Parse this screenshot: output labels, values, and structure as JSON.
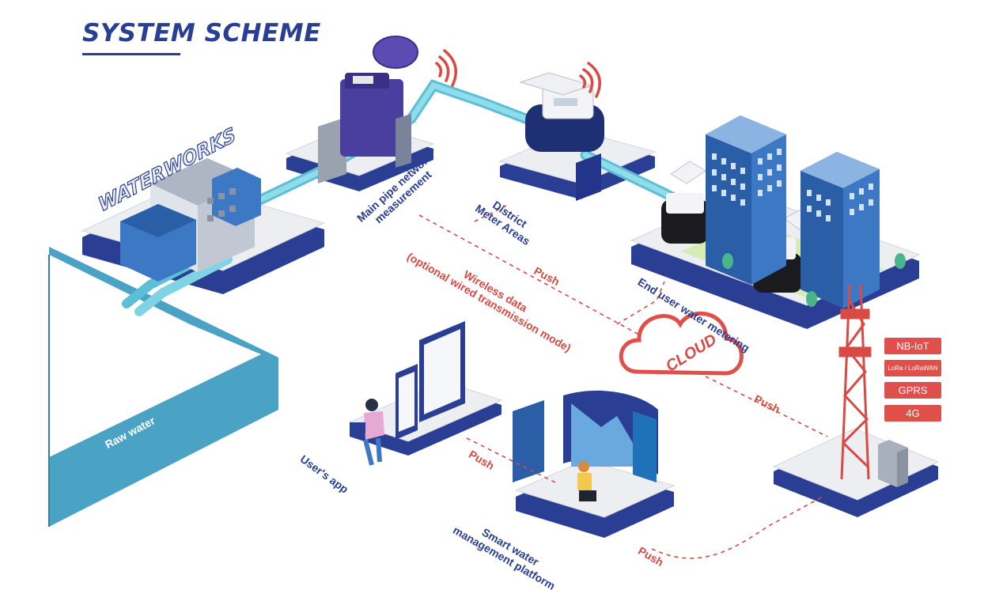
{
  "title": "SYSTEM SCHEME",
  "labels": {
    "waterworks": "WATERWORKS",
    "raw_water_1": "Raw water",
    "raw_water_2": "Raw water",
    "main_pipe_line1": "Main pipe network",
    "main_pipe_line2": "measurement",
    "dma_line1": "District",
    "dma_line2": "Meter Areas",
    "end_user": "End user water metering",
    "push_wireless": "Push",
    "wireless_line1": "Wireless data",
    "wireless_line2": "(optional wired transmission mode)",
    "cloud": "CLOUD",
    "push_tower": "Push",
    "users_app": "User's app",
    "push_app": "Push",
    "platform_line1": "Smart water",
    "platform_line2": "management platform",
    "push_platform": "Push"
  },
  "network_badges": [
    "NB-IoT",
    "LoRa / LoRaWAN",
    "GPRS",
    "4G"
  ],
  "colors": {
    "primary_blue": "#2a3f93",
    "water": "#4aa3c4",
    "pipe": "#7fd3e3",
    "accent_red": "#e0504a",
    "platform_gray": "#eceef2"
  }
}
